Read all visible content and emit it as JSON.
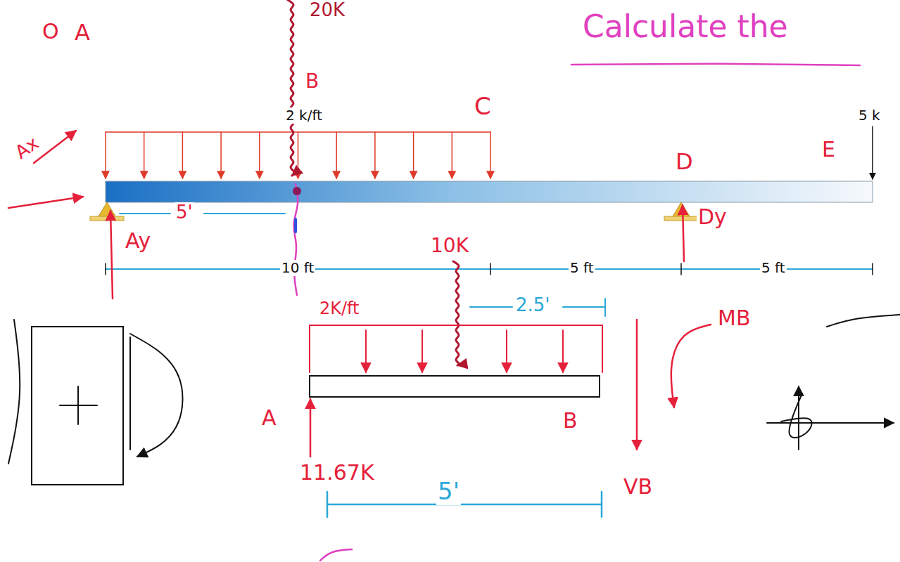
{
  "diagram": {
    "title": "Calculate the",
    "labels": [
      "20K",
      "O",
      "A",
      "Ax",
      "B",
      "2 k/ft",
      "C",
      "5 k",
      "D",
      "E",
      "5'",
      "Dy",
      "Ay",
      "10 ft",
      "10K",
      "5 ft",
      "5 ft",
      "2K/ft",
      "2.5'",
      "MB",
      "A",
      "B",
      "11.67K",
      "VB",
      "5'"
    ]
  }
}
